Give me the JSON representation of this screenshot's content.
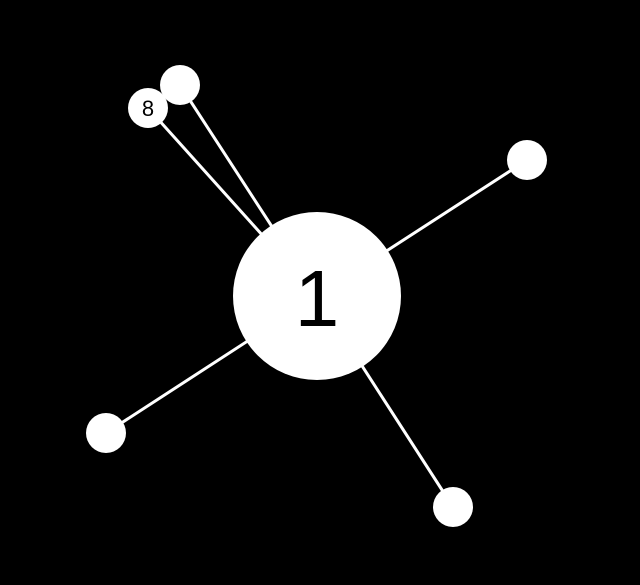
{
  "game": {
    "level": "1",
    "colors": {
      "background": "#000000",
      "foreground": "#ffffff",
      "text": "#000000"
    },
    "pins": [
      {
        "id": "pin-a",
        "label": ""
      },
      {
        "id": "pin-b",
        "label": "8"
      },
      {
        "id": "pin-c",
        "label": ""
      },
      {
        "id": "pin-d",
        "label": ""
      },
      {
        "id": "pin-e",
        "label": ""
      }
    ]
  }
}
